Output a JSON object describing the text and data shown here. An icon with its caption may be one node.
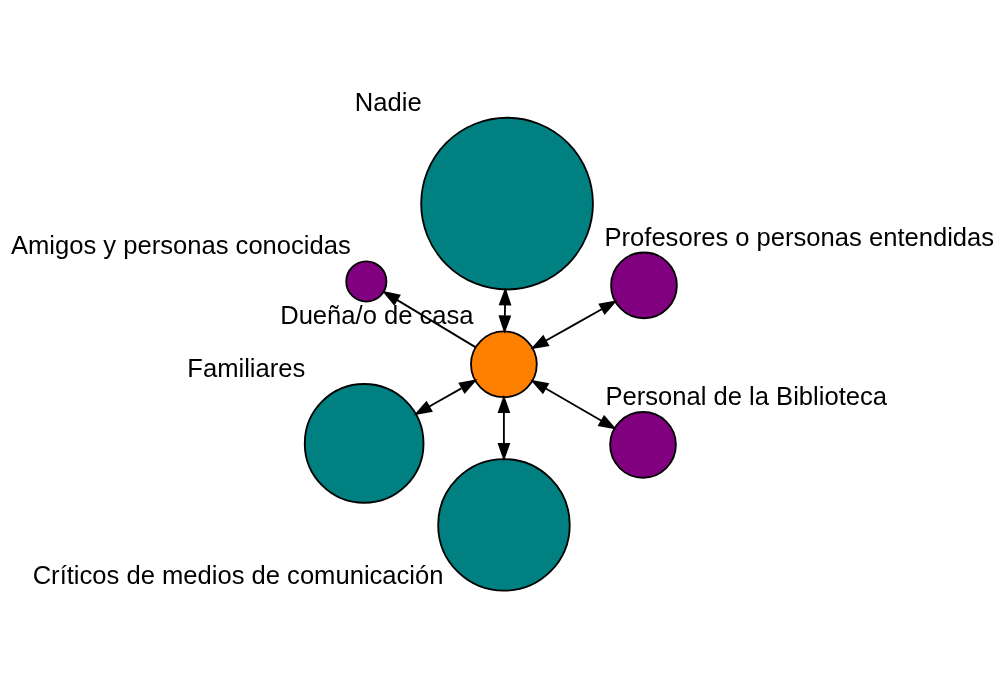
{
  "diagram": {
    "nodes": [
      {
        "text": [
          "Dueña/o de casa"
        ]
      },
      {
        "text": [
          "Personal de la Biblioteca"
        ]
      },
      {
        "text": [
          "Críticos de medios de comunicación"
        ]
      },
      {
        "text": [
          "Amigos y personas conocidas"
        ]
      },
      {
        "text": [
          "Profesores o personas entendidas"
        ]
      },
      {
        "text": [
          "Nadie"
        ]
      },
      {
        "text": [
          "Familiares"
        ]
      }
    ],
    "edges": [
      {
        "from": 0,
        "to": 1,
        "arrow": "both"
      },
      {
        "from": 0,
        "to": 2,
        "arrow": "both"
      },
      {
        "from": 0,
        "to": 3,
        "arrow": "to"
      },
      {
        "from": 0,
        "to": 4,
        "arrow": "both"
      },
      {
        "from": 0,
        "to": 5,
        "arrow": "both"
      },
      {
        "from": 0,
        "to": 6,
        "arrow": "both"
      }
    ]
  }
}
